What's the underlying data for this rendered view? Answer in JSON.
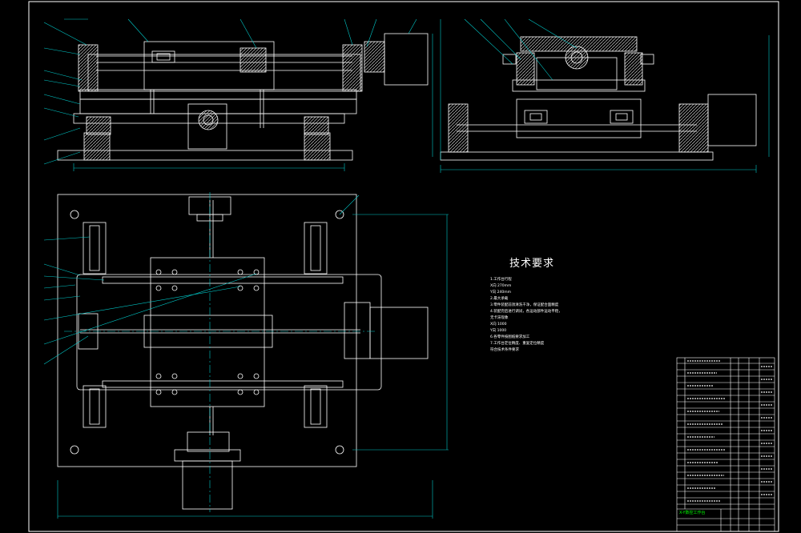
{
  "drawing": {
    "colors": {
      "background": "#000000",
      "outline": "#ffffff",
      "dimension": "#00c8c8",
      "hatch": "#c8c8c8",
      "title_block_text": "#00ff00"
    },
    "technical_requirements": {
      "title": "技术要求",
      "notes": [
        "1.工作台行程",
        "X向  270mm",
        "Y向  240mm",
        "2.最大承载",
        "3.零件装配前须清洗干净，保证配合面精度",
        "4.装配完后进行调试，各运动部件运动平稳，",
        "无卡滞现象",
        "X向  1000",
        "Y向  1000",
        "6.各零件按图纸要求加工",
        "7.工作台定位精度、重复定位精度",
        "符合技术条件要求"
      ]
    },
    "title_block": {
      "name": "X-Y数控工作台"
    }
  }
}
